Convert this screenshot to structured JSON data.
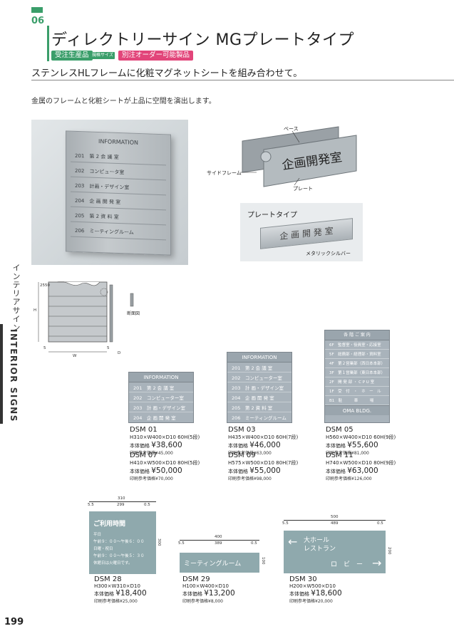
{
  "header": {
    "section_number": "06",
    "title": "ディレクトリーサイン MGプレートタイプ",
    "badges": [
      {
        "label": "受注生産品",
        "color": "#3a9e6a"
      },
      {
        "label": "規格サイズ",
        "color": "#3a9e6a"
      },
      {
        "label": "別注オーダー可能製品",
        "color": "#e2457a"
      }
    ],
    "subtitle": "ステンレスHLフレームに化粧マグネットシートを組み合わせて。",
    "description": "金属のフレームと化粧シートが上品に空間を演出します。"
  },
  "side": {
    "jp": "インテリアサイン",
    "en": "INTERIOR SIGNS"
  },
  "page_number": "199",
  "photo": {
    "head": "INFORMATION",
    "rows": [
      "201　第 2 会 議 室",
      "202　コンピュータ室",
      "203　計画・デザイン室",
      "204　企 画 開 発 室",
      "205　第 2 資 料 室",
      "206　ミーティングルーム"
    ]
  },
  "plate_diagram": {
    "plate_text": "企画開発室",
    "labels": {
      "base": "ベース",
      "side_frame": "サイドフレーム",
      "plate": "プレート"
    }
  },
  "plate_type": {
    "title": "プレートタイプ",
    "plate_text": "企 画 開 発 室",
    "finish": "メタリックシルバー"
  },
  "dimension_drawing": {
    "labels": {
      "h": "H",
      "w": "W",
      "d": "D",
      "five_left": "5",
      "five_right": "5",
      "top1": "25",
      "top2": "50",
      "section": "断面図"
    }
  },
  "models": [
    {
      "model": "DSM 01",
      "size": "H310×W400×D10 60H(5段)",
      "price_label": "本体価格",
      "price": "¥38,600",
      "ref": "印刷参考価格¥45,000",
      "head": "INFORMATION",
      "rows": [
        "201　第 2 会 議 室",
        "202　コンピューター室",
        "203　計 画・デザイン室",
        "204　企 画 開 発 室"
      ]
    },
    {
      "model": "DSM 07",
      "size": "H410×W500×D10 80H(5段)",
      "price_label": "本体価格",
      "price": "¥50,000",
      "ref": "印刷参考価格¥70,000"
    },
    {
      "model": "DSM 03",
      "size": "H435×W400×D10 60H(7段)",
      "price_label": "本体価格",
      "price": "¥46,000",
      "ref": "印刷参考価格¥63,000",
      "head": "INFORMATION",
      "rows": [
        "201　第 2 会 議 室",
        "202　コンピューター室",
        "203　計 画・デザイン室",
        "204　企 画 開 発 室",
        "205　第 2 資 料 室",
        "206　ミーティングルーム"
      ]
    },
    {
      "model": "DSM 09",
      "size": "H575×W500×D10 80H(7段)",
      "price_label": "本体価格",
      "price": "¥55,000",
      "ref": "印刷参考価格¥98,000"
    },
    {
      "model": "DSM 05",
      "size": "H560×W400×D10 60H(9段)",
      "price_label": "本体価格",
      "price": "¥55,600",
      "ref": "印刷参考価格¥81,000",
      "head": "各 階 ご 案 内",
      "rows": [
        "6F　監督室・役員室・応接室",
        "5F　総務部・経理部・資料室",
        "4F　第２営業部（西日本本部）",
        "3F　第１営業部（東日本本部）",
        "2F　開 発 部 ・ C P U 室",
        "1F　受　付　・　ホ　ー　ル",
        "B1　駐　　　車　　　場"
      ],
      "foot": "OMA BLDG."
    },
    {
      "model": "DSM 11",
      "size": "H740×W500×D10 80H(9段)",
      "price_label": "本体価格",
      "price": "¥63,000",
      "ref": "印刷参考価格¥126,000"
    },
    {
      "model": "DSM 28",
      "size": "H300×W310×D10",
      "price_label": "本体価格",
      "price": "¥18,400",
      "ref": "印刷参考価格¥25,000",
      "sign_title": "ご利用時間",
      "sign_lines": [
        "平日",
        "午前９：００～午後６：００",
        "日曜・祝日",
        "午前９：００～午後５：３０",
        "休館日は火曜日です。"
      ],
      "dims": {
        "w_total": "310",
        "w_inner": "299",
        "left": "5.5",
        "right": "0.5",
        "h": "300"
      }
    },
    {
      "model": "DSM 29",
      "size": "H100×W400×D10",
      "price_label": "本体価格",
      "price": "¥13,200",
      "ref": "印刷参考価格¥8,000",
      "sign_title": "ミーティングルーム",
      "dims": {
        "w_total": "400",
        "w_inner": "389",
        "left": "5.5",
        "right": "0.5",
        "h": "100"
      }
    },
    {
      "model": "DSM 30",
      "size": "H200×W500×D10",
      "price_label": "本体価格",
      "price": "¥18,600",
      "ref": "印刷参考価格¥20,000",
      "sign_lines": [
        "大ホール",
        "レストラン",
        "ロ　ビ　ー"
      ],
      "dims": {
        "w_total": "500",
        "w_inner": "489",
        "left": "5.5",
        "right": "0.5",
        "h": "200"
      }
    }
  ]
}
